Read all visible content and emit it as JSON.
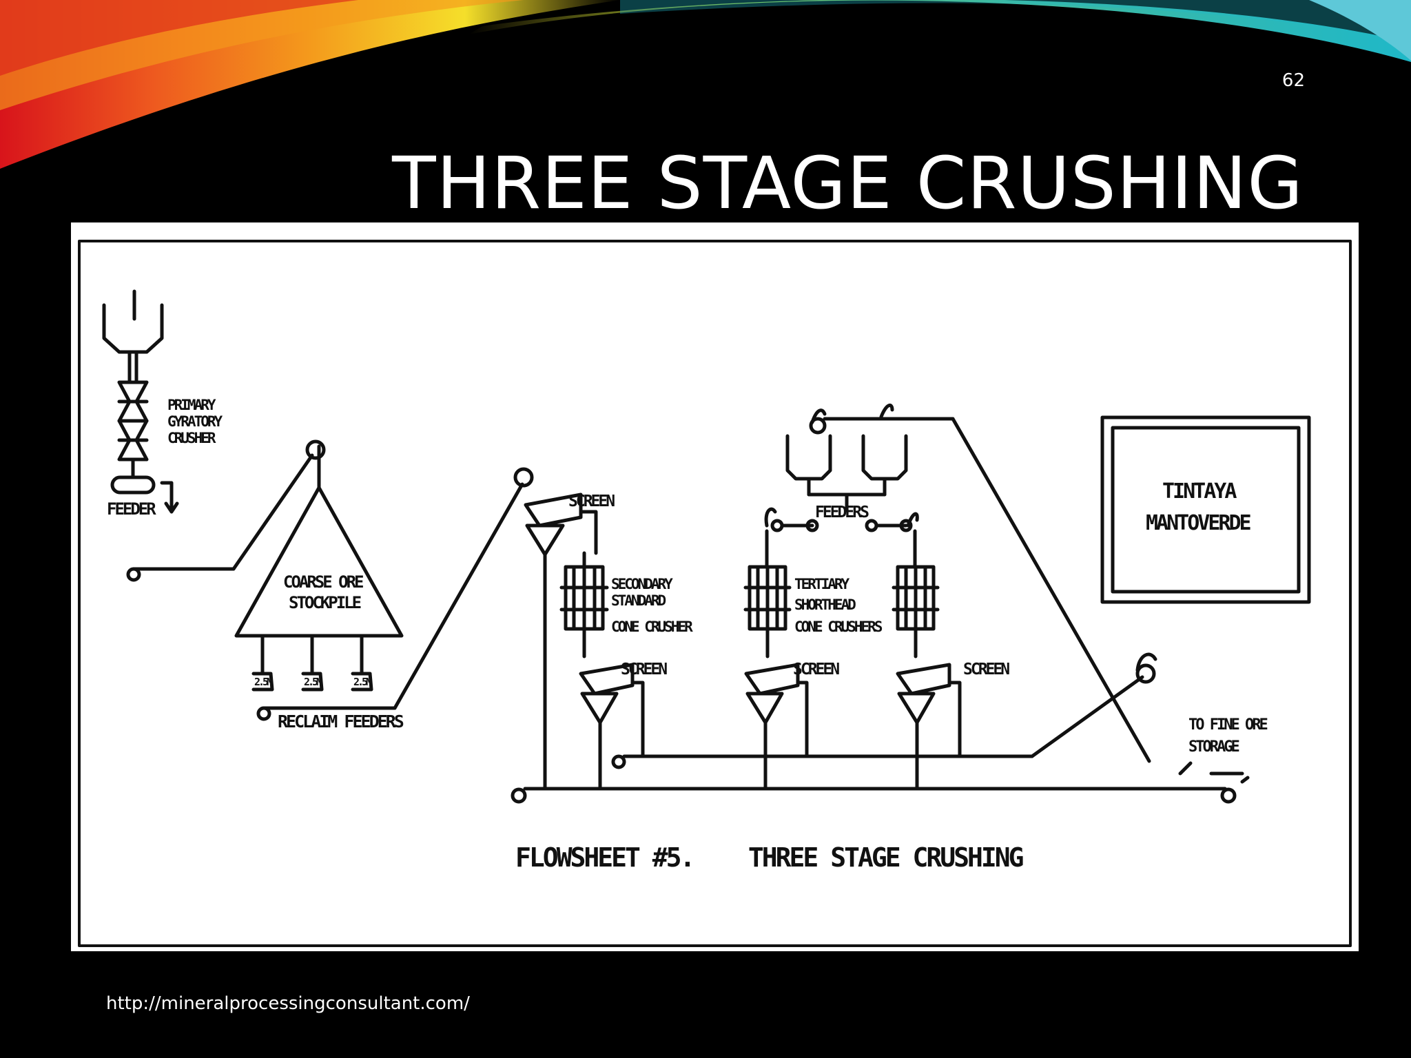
{
  "slide": {
    "number": "62",
    "title": "THREE STAGE CRUSHING",
    "source_url": "http://mineralprocessingconsultant.com/"
  },
  "colors": {
    "background": "#000000",
    "text": "#ffffff",
    "panel": "#ffffff",
    "ink": "#111111",
    "swoosh_red": "#d8141b",
    "swoosh_orange": "#f49a1c",
    "swoosh_yellow": "#f5df2a",
    "swoosh_green": "#5fbf3c",
    "swoosh_teal": "#1fb8c8"
  },
  "flowsheet": {
    "labels": {
      "primary_crusher": [
        "PRIMARY",
        "GYRATORY",
        "CRUSHER"
      ],
      "feeder": "FEEDER",
      "stockpile": [
        "COARSE ORE",
        "STOCKPILE"
      ],
      "reclaim_feeder_tag": "2.5M",
      "reclaim_feeders": "RECLAIM FEEDERS",
      "screen": "SCREEN",
      "secondary_crusher": [
        "SECONDARY",
        "STANDARD",
        "CONE CRUSHER"
      ],
      "feeders": "FEEDERS",
      "tertiary_crushers": [
        "TERTIARY",
        "SHORTHEAD",
        "CONE CRUSHERS"
      ],
      "plant_name": [
        "TINTAYA",
        "MANTOVERDE"
      ],
      "fine_ore": [
        "TO FINE ORE",
        "STORAGE"
      ],
      "caption": "FLOWSHEET #5.    THREE STAGE CRUSHING"
    }
  }
}
